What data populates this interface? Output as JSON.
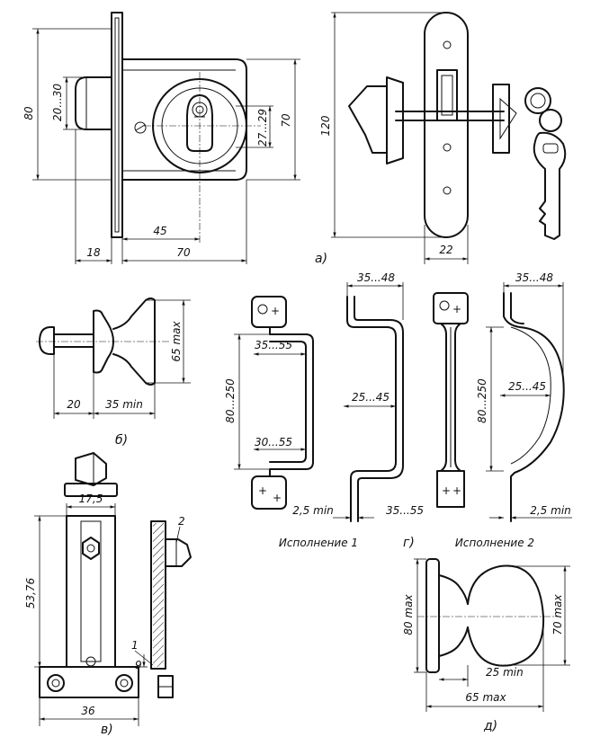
{
  "figure": {
    "parts": {
      "a": {
        "label": "а)",
        "dims": [
          "80",
          "20...30",
          "27...29",
          "70",
          "45",
          "18",
          "70",
          "120",
          "22"
        ]
      },
      "b": {
        "label": "б)",
        "dims": [
          "65 max",
          "20",
          "35 min"
        ]
      },
      "v": {
        "label": "в)",
        "dims": [
          "17,5",
          "53,76",
          "9",
          "36"
        ],
        "callouts": [
          "1",
          "2"
        ]
      },
      "g": {
        "label": "г)",
        "variants": [
          "Исполнение 1",
          "Исполнение 2"
        ],
        "dims": [
          "35...48",
          "35...55",
          "80...250",
          "25...45",
          "30...55",
          "2,5 min",
          "35...55",
          "35...48",
          "80...250",
          "25...45",
          "2,5 min"
        ]
      },
      "d": {
        "label": "д)",
        "dims": [
          "80 max",
          "70 max",
          "25 min",
          "65 max"
        ]
      }
    }
  }
}
